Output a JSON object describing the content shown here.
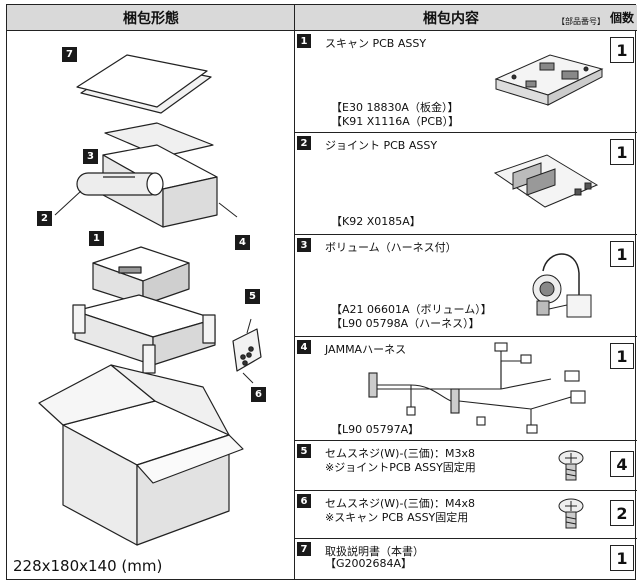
{
  "header": {
    "left_title": "梱包形態",
    "right_title": "梱包内容",
    "part_no_label": "【部品番号】",
    "qty_label": "個数"
  },
  "dimensions": "228x180x140 (mm)",
  "diagram_callouts": [
    "7",
    "3",
    "2",
    "4",
    "1",
    "5",
    "6"
  ],
  "items": [
    {
      "no": "1",
      "name": "スキャン PCB ASSY",
      "parts": [
        "【E30 18830A（板金）】",
        "【K91 X1116A（PCB）】"
      ],
      "qty": "1",
      "icon": "scan-pcb-icon"
    },
    {
      "no": "2",
      "name": "ジョイント PCB ASSY",
      "parts": [
        "【K92 X0185A】"
      ],
      "qty": "1",
      "icon": "joint-pcb-icon"
    },
    {
      "no": "3",
      "name": "ボリューム（ハーネス付）",
      "parts": [
        "【A21 06601A（ボリューム）】",
        "【L90 05798A（ハーネス）】"
      ],
      "qty": "1",
      "icon": "volume-icon"
    },
    {
      "no": "4",
      "name": "JAMMAハーネス",
      "parts": [
        "【L90 05797A】"
      ],
      "qty": "1",
      "icon": "harness-icon"
    },
    {
      "no": "5",
      "name": "セムスネジ(W)-(三価)：M3x8",
      "parts": [
        "※ジョイントPCB ASSY固定用"
      ],
      "qty": "4",
      "icon": "screw-icon"
    },
    {
      "no": "6",
      "name": "セムスネジ(W)-(三価)：M4x8",
      "parts": [
        "※スキャン PCB ASSY固定用"
      ],
      "qty": "2",
      "icon": "screw-icon"
    },
    {
      "no": "7",
      "name": "取扱説明書（本書）",
      "parts": [
        "【G2002684A】"
      ],
      "qty": "1",
      "icon": ""
    }
  ]
}
